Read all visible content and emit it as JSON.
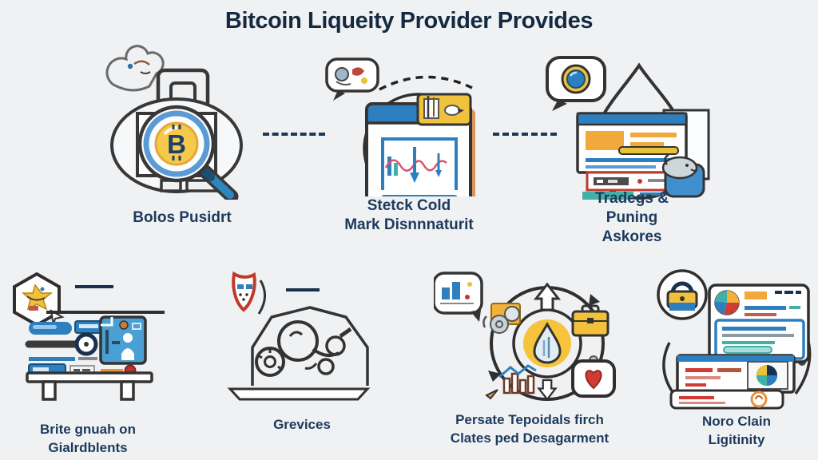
{
  "title": "Bitcoin Liqueity Provider Provides",
  "colors": {
    "background": "#f0f1f3",
    "heading": "#132a41",
    "label": "#1c3a5c",
    "outline": "#333333",
    "blue": "#2e7fc0",
    "gold": "#f6c94a",
    "yellow_tag": "#f0c13c",
    "teal": "#43b0a7",
    "red": "#d23b35",
    "orange": "#f2a93b",
    "purple": "#5e3a8c"
  },
  "sections": {
    "top": [
      {
        "icon": "briefcase-bitcoin-search-icon",
        "label_lines": [
          "Bolos Pusidrt"
        ]
      },
      {
        "icon": "chart-window-icon",
        "label_lines": [
          "Stetck Cold",
          "Mark Disnnnaturit"
        ]
      },
      {
        "icon": "stacked-browser-windows-icon",
        "label_lines": [
          "Tradegs &",
          "Puning",
          "Askores"
        ]
      }
    ],
    "bottom": [
      {
        "icon": "control-panel-workbench-icon",
        "label_lines": [
          "Brite gnuah on",
          "Gialrdblents"
        ]
      },
      {
        "icon": "dome-gears-icon",
        "label_lines": [
          "Grevices"
        ]
      },
      {
        "icon": "cycle-diagram-icon",
        "label_lines": [
          "Persate Tepoidals firch",
          "Clates ped Desagarment"
        ]
      },
      {
        "icon": "documents-report-icon",
        "label_lines": [
          "Noro Clain",
          "Ligitinity"
        ]
      }
    ]
  }
}
